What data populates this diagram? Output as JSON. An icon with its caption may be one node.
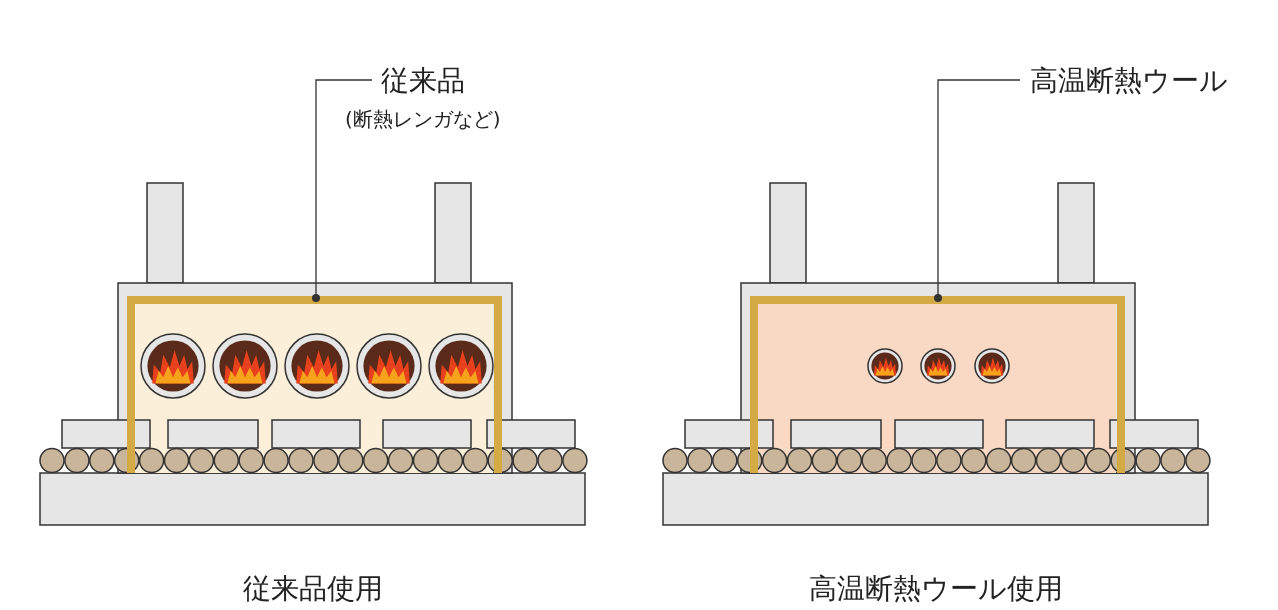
{
  "diagram": {
    "nodes": [
      {
        "text": [
          "従来品",
          "(断熱レンガなど)"
        ]
      },
      {
        "text": [],
        "shape": "box"
      },
      {
        "text": [
          "高温断熱ウール"
        ]
      },
      {
        "text": [],
        "shape": "box"
      }
    ],
    "edges": [
      {
        "from": 0,
        "to": 1,
        "arrow": "other"
      },
      {
        "from": 2,
        "to": 3,
        "arrow": "other"
      }
    ],
    "labels": [
      "従来品使用",
      "高温断熱ウール使用"
    ]
  }
}
